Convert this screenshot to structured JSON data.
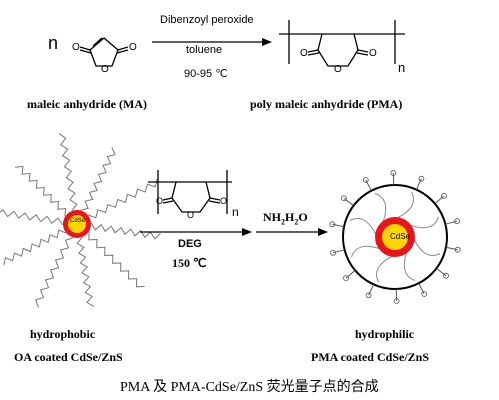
{
  "top": {
    "n_left": "n",
    "reagent": "Dibenzoyl peroxide",
    "solvent": "toluene",
    "temp": "90-95 ℃",
    "n_right": "n",
    "label_ma": "maleic anhydride (MA)",
    "label_pma": "poly maleic anhydride (PMA)"
  },
  "bottom": {
    "qd_core_text": "CdSe",
    "qd_core_text_right": "CdSe",
    "n_middle": "n",
    "solvent": "DEG",
    "temp": "150 ℃",
    "reagent2_main": "NH",
    "reagent2_sub1": "2",
    "reagent2_mid": "H",
    "reagent2_sub2": "2",
    "reagent2_end": "O",
    "label_hydrophobic": "hydrophobic",
    "label_oa": "OA coated CdSe/ZnS",
    "label_hydrophilic": "hydrophilic",
    "label_pma_coated": "PMA coated CdSe/ZnS"
  },
  "caption": "PMA 及 PMA-CdSe/ZnS 荧光量子点的合成",
  "atoms": {
    "O": "O"
  },
  "colors": {
    "shell": "#e8141b",
    "core": "#ffd500",
    "ink": "#000000"
  }
}
